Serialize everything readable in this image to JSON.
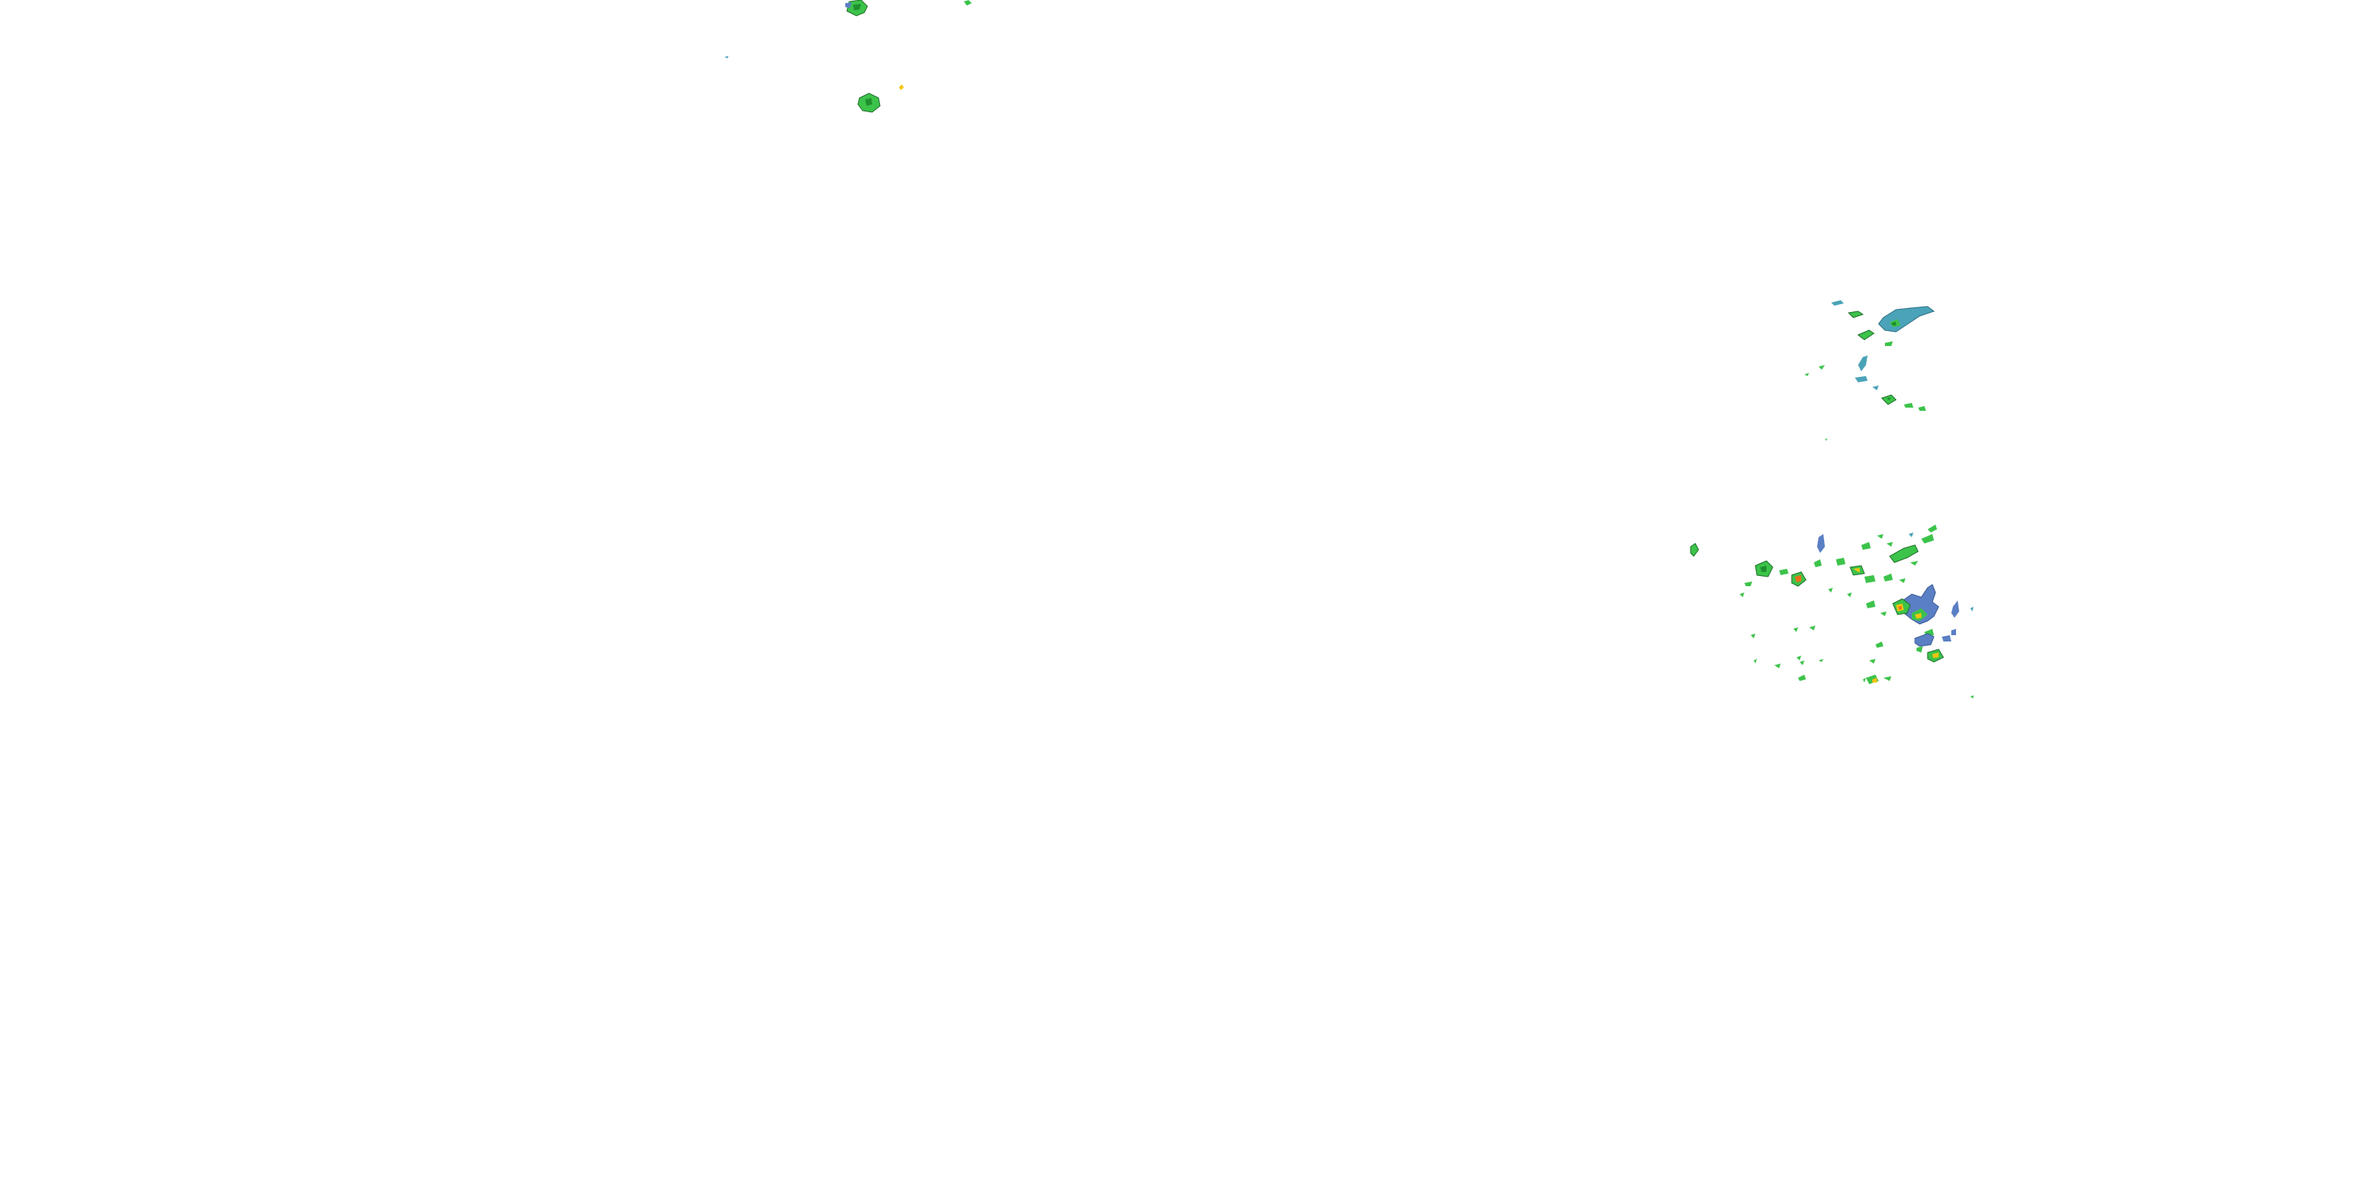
{
  "map": {
    "type": "weather-radar-overlay",
    "background": "#ffffff",
    "reflectivity_colors": {
      "light": "#3cc34a",
      "moderate": "#1f8f2e",
      "heavy": "#f2c30f",
      "intense": "#e8701a",
      "mixed_blue": "#5b7fc4",
      "teal": "#4aa3b8"
    },
    "clusters": [
      {
        "name": "northwest-cluster",
        "dominant_color": "light"
      },
      {
        "name": "east-upper-cluster",
        "dominant_color": "teal"
      },
      {
        "name": "east-lower-cluster",
        "dominant_color": "mixed_blue"
      }
    ]
  }
}
